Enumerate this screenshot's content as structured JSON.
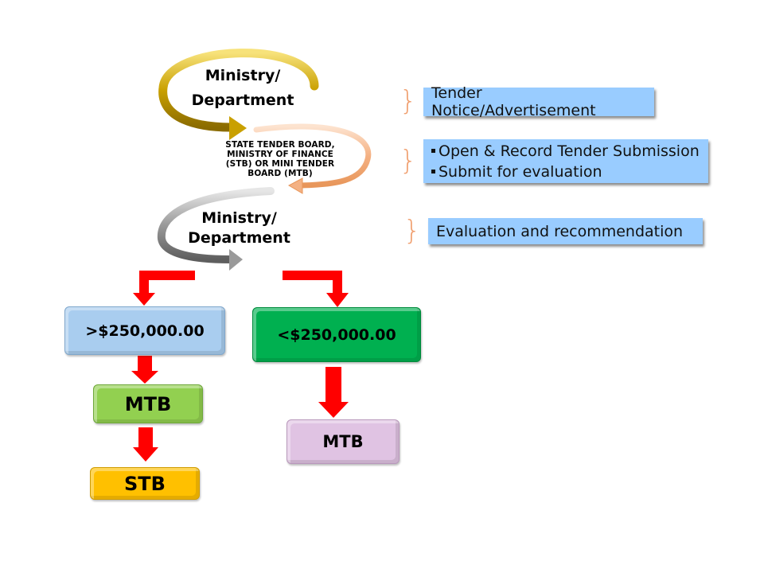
{
  "flow": {
    "steps": [
      {
        "id": "ministry-1",
        "label_line1": "Ministry/",
        "label_line2": "Department",
        "arrow_color": "#c9a000"
      },
      {
        "id": "tender-board",
        "label_lines": [
          "STATE TENDER BOARD,",
          "MINISTRY OF FINANCE",
          "(STB) OR MINI TENDER",
          "BOARD (MTB)"
        ],
        "arrow_color": "#f4b183"
      },
      {
        "id": "ministry-2",
        "label_line1": "Ministry/",
        "label_line2": "Department",
        "arrow_color": "#a6a6a6"
      }
    ],
    "notes": [
      {
        "text": "Tender Notice/Advertisement"
      },
      {
        "bullets": [
          "Open & Record Tender Submission",
          "Submit for evaluation"
        ]
      },
      {
        "text": "Evaluation and recommendation"
      }
    ],
    "branches": {
      "left": {
        "threshold": {
          "label": ">$250,000.00",
          "color": "#a9cdef"
        },
        "next": [
          {
            "label": "MTB",
            "color": "#92d050"
          },
          {
            "label": "STB",
            "color": "#ffc000"
          }
        ]
      },
      "right": {
        "threshold": {
          "label": "<$250,000.00",
          "color": "#00b050"
        },
        "next": [
          {
            "label": "MTB",
            "color": "#e0c3e3"
          }
        ]
      }
    },
    "connector_color": "#ff0000",
    "note_color": "#99ccff",
    "brace_color": "#f0a070"
  }
}
